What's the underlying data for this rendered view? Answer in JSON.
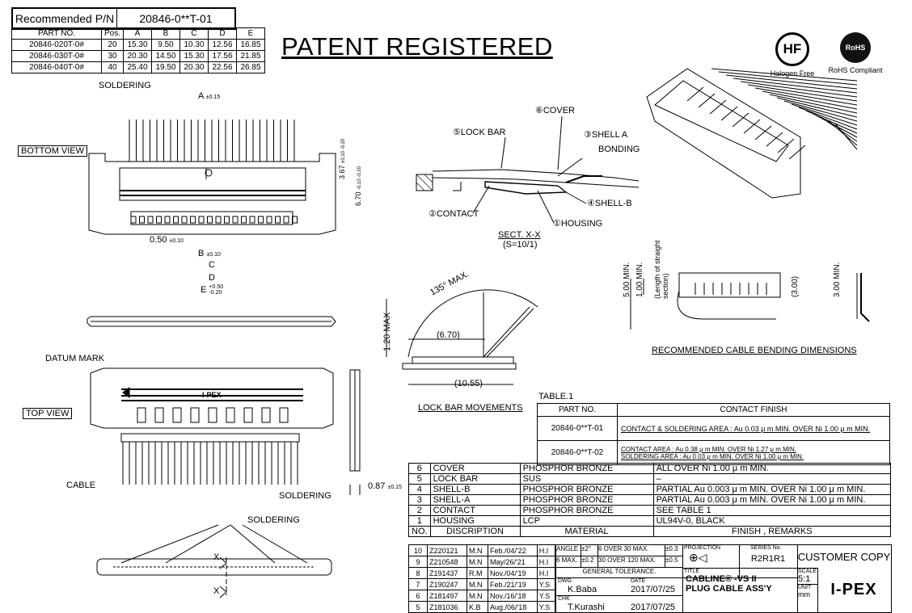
{
  "recommended": {
    "label": "Recommended P/N",
    "value": "20846-0**T-01"
  },
  "part_table": {
    "headers": [
      "PART NO.",
      "Pos.",
      "A",
      "B",
      "C",
      "D",
      "E"
    ],
    "rows": [
      [
        "20846-020T-0#",
        "20",
        "15.30",
        "9.50",
        "10.30",
        "12.56",
        "16.85"
      ],
      [
        "20846-030T-0#",
        "30",
        "20.30",
        "14.50",
        "15.30",
        "17.56",
        "21.85"
      ],
      [
        "20846-040T-0#",
        "40",
        "25.40",
        "19.50",
        "20.30",
        "22.56",
        "26.85"
      ]
    ]
  },
  "patent": "PATENT REGISTERED",
  "badges": {
    "hf": "HF",
    "hf_label": "Halogen Free",
    "rohs": "RoHS",
    "rohs_label": "RoHS Compliant"
  },
  "views": {
    "bottom": "BOTTOM VIEW",
    "top": "TOP VIEW"
  },
  "labels": {
    "soldering": "SOLDERING",
    "datum": "DATUM MARK",
    "cable": "CABLE",
    "x": "X",
    "cover": "⑥COVER",
    "lockbar": "⑤LOCK BAR",
    "shella": "③SHELL A",
    "bonding": "BONDING",
    "contact": "②CONTACT",
    "shellb": "④SHELL-B",
    "housing": "①HOUSING",
    "sect": "SECT. X-X",
    "scale": "(S=10/1)",
    "lbm": "LOCK BAR MOVEMENTS",
    "rcbd": "RECOMMENDED CABLE BENDING DIMENSIONS",
    "ipex_small": "I-PEX"
  },
  "dims": {
    "a": "A",
    "a_tol": "±0.15",
    "b": "B",
    "b_tol": "±0.10",
    "c": "C",
    "d": "D",
    "e": "E",
    "e_tol_up": "+0.50",
    "e_tol_dn": "-0.20",
    "p050": "0.50",
    "p050_tol": "±0.10",
    "d367": "3.67",
    "d367_tol": "±0.10 -0.20",
    "d670": "6.70",
    "d670_tol": "-0.10 -0.20",
    "deg135": "135° MAX.",
    "d120max": "1.20 MAX",
    "d670b": "(6.70)",
    "d1055": "(10.55)",
    "d500": "5.00 MIN.",
    "d100": "1.00 MIN.",
    "straight": "(Length of straight section)",
    "d300": "(3.00)",
    "d300b": "3.00 MIN.",
    "d087": "0.87",
    "d087_tol": "±0.15"
  },
  "table1": {
    "caption": "TABLE.1",
    "headers": [
      "PART NO.",
      "CONTACT FINISH"
    ],
    "rows": [
      {
        "part": "20846-0**T-01",
        "finish1": "CONTACT & SOLDERING AREA : Au 0.03 μ m MIN. OVER Ni 1.00 μ m MIN.",
        "finish2": ""
      },
      {
        "part": "20846-0**T-02",
        "finish1": "CONTACT AREA : Au 0.38 μ m MIN. OVER Ni 1.27 μ m MIN.",
        "finish2": "SOLDERING AREA : Au 0.03 μ m MIN. OVER Ni 1.00 μ m MIN."
      }
    ]
  },
  "bom": {
    "rows": [
      [
        "6",
        "COVER",
        "PHOSPHOR BRONZE",
        "ALL OVER Ni 1.00 μ m MIN."
      ],
      [
        "5",
        "LOCK BAR",
        "SUS",
        "–"
      ],
      [
        "4",
        "SHELL-B",
        "PHOSPHOR BRONZE",
        "PARTIAL Au 0.003 μ m MIN. OVER Ni 1.00 μ m MIN."
      ],
      [
        "3",
        "SHELL-A",
        "PHOSPHOR BRONZE",
        "PARTIAL Au 0.003 μ m MIN. OVER Ni 1.00 μ m MIN."
      ],
      [
        "2",
        "CONTACT",
        "PHOSPHOR BRONZE",
        "SEE TABLE 1"
      ],
      [
        "1",
        "HOUSING",
        "LCP",
        "UL94V-0, BLACK"
      ]
    ],
    "header": [
      "NO.",
      "DISCRIPTION",
      "MATERIAL",
      "FINISH , REMARKS"
    ]
  },
  "revisions": [
    [
      "10",
      "Z220121",
      "M.N",
      "Feb./04/'22",
      "H.I"
    ],
    [
      "9",
      "Z210548",
      "M.N",
      "May/26/'21",
      "H.I"
    ],
    [
      "8",
      "Z191437",
      "R.M",
      "Nov./04/'19",
      "H.I"
    ],
    [
      "7",
      "Z190247",
      "M.N",
      "Feb./21/'19",
      "Y.S"
    ],
    [
      "6",
      "Z181497",
      "M.N",
      "Nov./16/'18",
      "Y.S"
    ],
    [
      "5",
      "Z181036",
      "K.B",
      "Aug./06/'18",
      "Y.S"
    ]
  ],
  "titleblock": {
    "angle": "ANGLE",
    "angle_tol": "±2°",
    "over30": "6 OVER 30 MAX.",
    "tol03": "±0.3",
    "max6": "6 MAX.",
    "tol02": "±0.2",
    "over120": "30 OVER 120 MAX.",
    "tol05": "±0.5",
    "general": "GENERAL TOLERANCE.",
    "projection": "PROJECTION",
    "series_label": "SERIES No.",
    "series": "R2R1R1",
    "customer": "CUSTOMER COPY",
    "dwg": "DWG",
    "drawer": "K.Baba",
    "date_label": "DATE",
    "date1": "2017/07/25",
    "chk": "CHK",
    "checker": "T.Kurashi",
    "date2": "2017/07/25",
    "title_label": "TITLE",
    "title1": "CABLINE® -VS II",
    "title2": "PLUG CABLE ASS'Y",
    "scale_label": "SCALE",
    "scale": "5:1",
    "unit_label": "UNIT",
    "unit": "mm",
    "brand": "I-PEX"
  }
}
